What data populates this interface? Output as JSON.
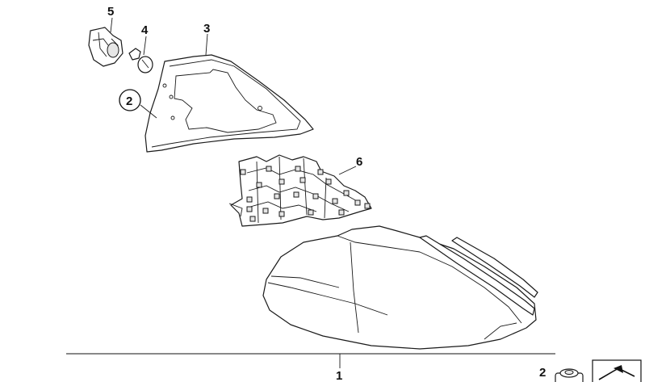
{
  "callouts": {
    "c1": "1",
    "c2": "2",
    "c3": "3",
    "c4": "4",
    "c5": "5",
    "c6": "6",
    "c2_inset": "2"
  }
}
